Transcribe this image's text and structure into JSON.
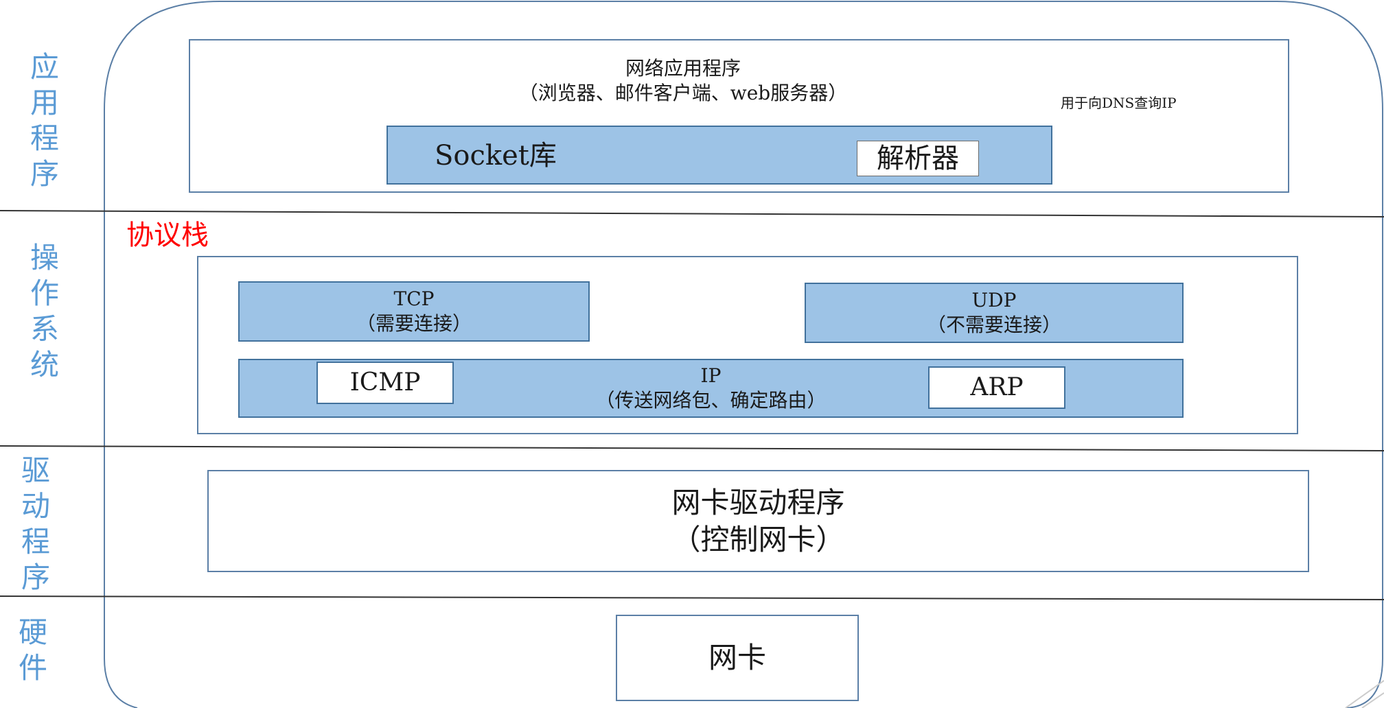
{
  "layers": {
    "application": [
      "应",
      "用",
      "程",
      "序"
    ],
    "os": [
      "操",
      "作",
      "系",
      "统"
    ],
    "driver": [
      "驱",
      "动",
      "程",
      "序"
    ],
    "hardware": [
      "硬",
      "件"
    ]
  },
  "app": {
    "title": "网络应用程序",
    "subtitle": "（浏览器、邮件客户端、web服务器）",
    "socket": "Socket库",
    "resolver": "解析器",
    "note": "用于向DNS查询IP"
  },
  "stack": {
    "title": "协议栈",
    "tcp": "TCP",
    "tcp_sub": "（需要连接）",
    "udp": "UDP",
    "udp_sub": "（不需要连接）",
    "ip": "IP",
    "ip_sub": "（传送网络包、确定路由）",
    "icmp": "ICMP",
    "arp": "ARP"
  },
  "driver": {
    "title": "网卡驱动程序",
    "subtitle": "（控制网卡）"
  },
  "hardware": {
    "nic": "网卡"
  },
  "colors": {
    "accent": "#5b9bd5",
    "box_fill": "#9dc3e6",
    "border": "#41719c",
    "highlight": "#ff0000"
  }
}
